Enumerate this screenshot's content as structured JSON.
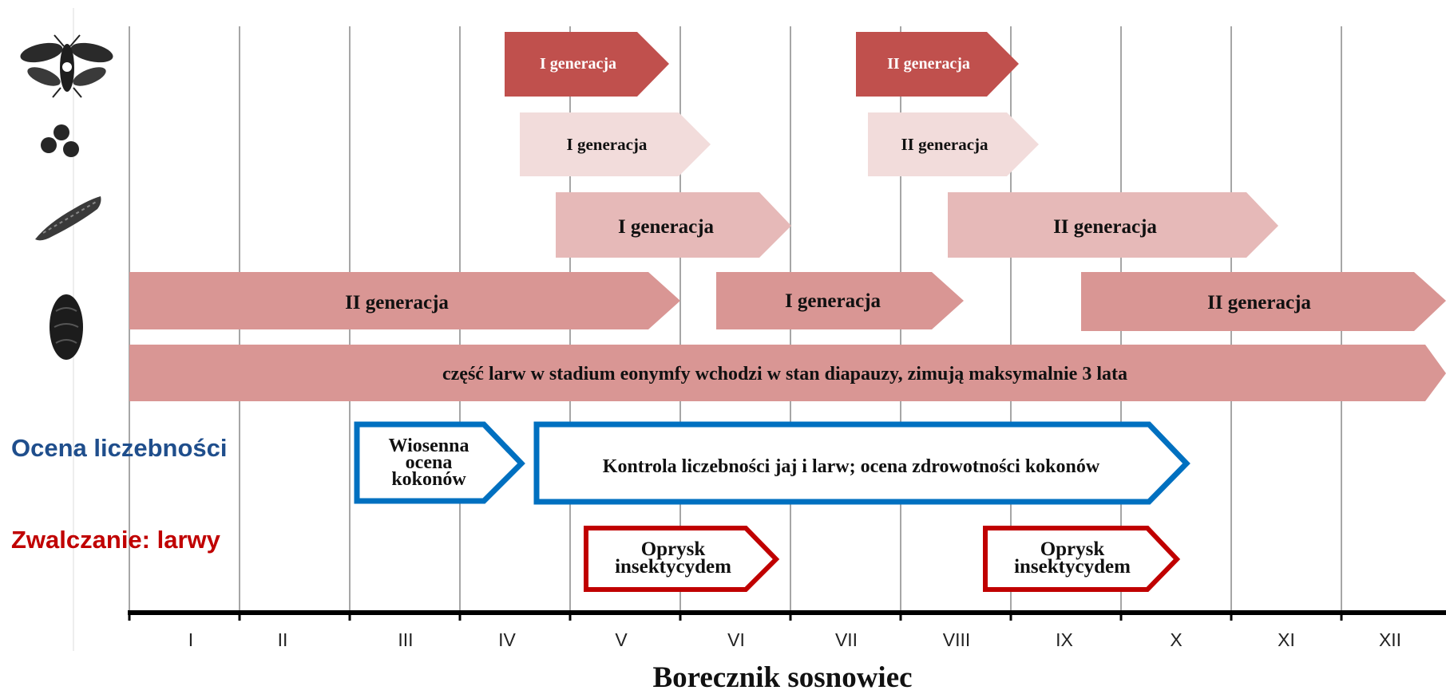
{
  "title": "Borecznik sosnowiec",
  "side_labels": {
    "monitoring": "Ocena liczebności",
    "control": "Zwalczanie: larwy"
  },
  "months": [
    "I",
    "II",
    "III",
    "IV",
    "V",
    "VI",
    "VII",
    "VIII",
    "IX",
    "X",
    "XI",
    "XII"
  ],
  "stages": [
    {
      "name": "imago",
      "icon": "sawfly-adult-icon"
    },
    {
      "name": "eggs",
      "icon": "eggs-icon"
    },
    {
      "name": "larva",
      "icon": "larva-icon"
    },
    {
      "name": "cocoon",
      "icon": "cocoon-icon"
    }
  ],
  "bars": {
    "imago_g1": "I generacja",
    "imago_g2": "II generacja",
    "eggs_g1": "I generacja",
    "eggs_g2": "II generacja",
    "larva_g1": "I generacja",
    "larva_g2": "II generacja",
    "cocoon_g2a": "II generacja",
    "cocoon_g1": "I generacja",
    "cocoon_g2b": "II generacja",
    "diapause": "część larw w stadium eonymfy wchodzi w stan diapauzy, zimują  maksymalnie 3 lata",
    "spring_assessment": [
      "Wiosenna",
      "ocena",
      "kokonów"
    ],
    "population_control": "Kontrola liczebności jaj i larw; ocena zdrowotności kokonów",
    "spray_1": [
      "Oprysk",
      "insektycydem"
    ],
    "spray_2": [
      "Oprysk",
      "insektycydem"
    ]
  },
  "colors": {
    "imago": "#c0504d",
    "eggs": "#f2dcdb",
    "larva": "#e6b9b8",
    "cocoon": "#d99694",
    "monitoring": "#0070c0",
    "control": "#c00000",
    "grid": "#a6a6a6",
    "axis": "#000000"
  }
}
